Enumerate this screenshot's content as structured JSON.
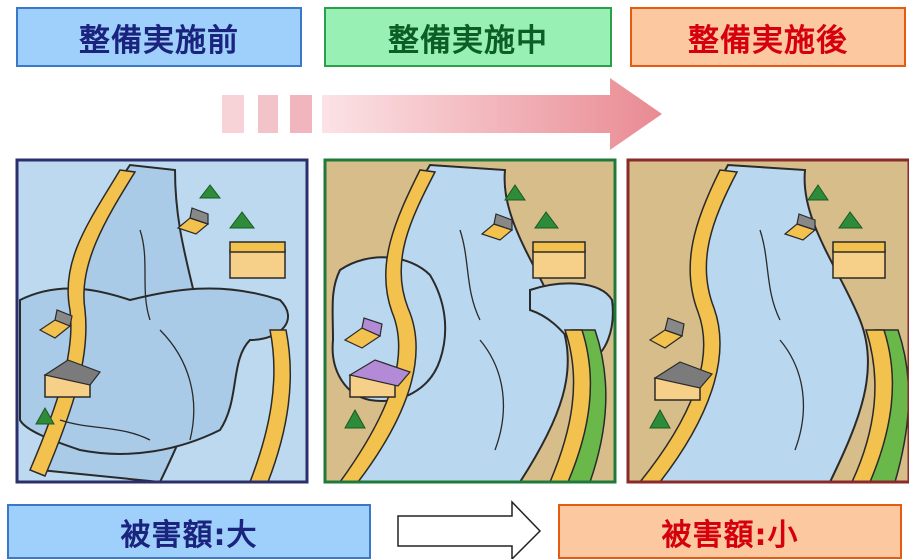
{
  "stages": {
    "before": "整備実施前",
    "during": "整備実施中",
    "after": "整備実施後"
  },
  "damage": {
    "large": "被害額:大",
    "small": "被害額:小"
  },
  "colors": {
    "before_fill": "#9fd0fb",
    "during_fill": "#99f0b4",
    "after_fill": "#fcc8a0",
    "flood_water": "#b9d7ee",
    "land": "#d6bd8a",
    "levee": "#f2c14e",
    "before_frame": "#2b2f6b",
    "during_frame": "#1f7a3a",
    "after_frame": "#8a2a2a"
  }
}
